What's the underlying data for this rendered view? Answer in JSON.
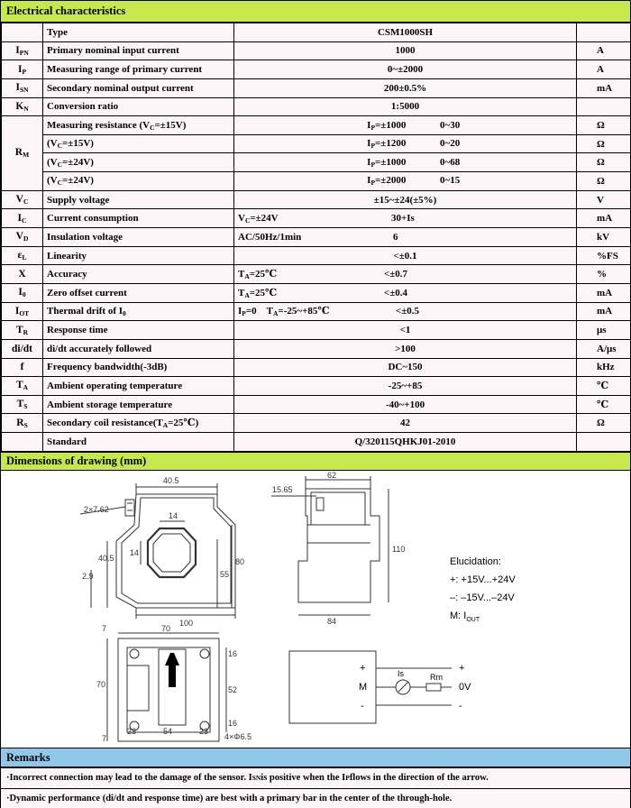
{
  "sections": {
    "electrical": "Electrical characteristics",
    "dimensions": "Dimensions of drawing (mm)",
    "remarks": "Remarks"
  },
  "table": {
    "type_label": "Type",
    "type_value": "CSM1000SH",
    "rows": {
      "ipn": {
        "sym": "I",
        "sub": "PN",
        "param": "Primary nominal input current",
        "value": "1000",
        "unit": "A"
      },
      "ip": {
        "sym": "I",
        "sub": "P",
        "param": "Measuring range of primary current",
        "value": "0~±2000",
        "unit": "A"
      },
      "isn": {
        "sym": "I",
        "sub": "SN",
        "param": "Secondary nominal output current",
        "value": "200±0.5%",
        "unit": "mA"
      },
      "kn": {
        "sym": "K",
        "sub": "N",
        "param": "Conversion ratio",
        "value": "1:5000",
        "unit": ""
      },
      "rm": {
        "sym": "R",
        "sub": "M",
        "param": "Measuring resistance (V",
        "lines": [
          {
            "vc": "=±15V)",
            "ip": "=±1000",
            "range": "0~30",
            "unit": "Ω"
          },
          {
            "vc": "=±15V)",
            "ip": "=±1200",
            "range": "0~20",
            "unit": "Ω"
          },
          {
            "vc": "=±24V)",
            "ip": "=±1000",
            "range": "0~68",
            "unit": "Ω"
          },
          {
            "vc": "=±24V)",
            "ip": "=±2000",
            "range": "0~15",
            "unit": "Ω"
          }
        ]
      },
      "vc": {
        "sym": "V",
        "sub": "C",
        "param": "Supply voltage",
        "value": "±15~±24(±5%)",
        "unit": "V"
      },
      "ic": {
        "sym": "I",
        "sub": "C",
        "param": "Current consumption",
        "cond": "V",
        "cond_sub": "C",
        "cond_rest": "=±24V",
        "value": "30+Is",
        "unit": "mA"
      },
      "vd": {
        "sym": "V",
        "sub": "D",
        "param": "Insulation voltage",
        "cond": "AC/50Hz/1min",
        "value": "6",
        "unit": "kV"
      },
      "el": {
        "sym": "ε",
        "sub": "L",
        "param": "Linearity",
        "value": "<±0.1",
        "unit": "%FS"
      },
      "x": {
        "sym": "X",
        "param": "Accuracy",
        "cond": "T",
        "cond_sub": "A",
        "cond_rest": "=25℃",
        "value": "<±0.7",
        "unit": "%"
      },
      "i0": {
        "sym": "I",
        "sub": "0",
        "param": "Zero offset current",
        "cond": "T",
        "cond_sub": "A",
        "cond_rest": "=25℃",
        "value": "<±0.4",
        "unit": "mA"
      },
      "iot": {
        "sym": "I",
        "sub": "OT",
        "param": "Thermal drift of I",
        "param_sub": "0",
        "cond_a": "=0",
        "cond_b": "=-25~+85℃",
        "value": "<±0.5",
        "unit": "mA"
      },
      "tr": {
        "sym": "T",
        "sub": "R",
        "param": "Response time",
        "value": "<1",
        "unit": "μs"
      },
      "didt": {
        "sym": "di/dt",
        "param": "di/dt accurately followed",
        "value": ">100",
        "unit": "A/μs"
      },
      "f": {
        "sym": "f",
        "param": "Frequency bandwidth(-3dB)",
        "value": "DC~150",
        "unit": "kHz"
      },
      "ta": {
        "sym": "T",
        "sub": "A",
        "param": "Ambient operating temperature",
        "value": "-25~+85",
        "unit": "℃"
      },
      "ts": {
        "sym": "T",
        "sub": "S",
        "param": "Ambient storage temperature",
        "value": "-40~+100",
        "unit": "℃"
      },
      "rs": {
        "sym": "R",
        "sub": "S",
        "param": "Secondary coil resistance(T",
        "param_rest": "=25℃)",
        "value": "42",
        "unit": "Ω"
      },
      "std": {
        "param": "Standard",
        "value": "Q/320115QHKJ01-2010"
      }
    }
  },
  "drawing": {
    "front": {
      "d405": "40.5",
      "d14a": "14",
      "d14b": "14",
      "hole": "2×7.62",
      "d405v": "40.5",
      "d29": "2.9",
      "d55": "55",
      "d80": "80",
      "d100": "100"
    },
    "side": {
      "d62": "62",
      "d1565": "15.65",
      "d110": "110",
      "d84": "84"
    },
    "bottom": {
      "d7a": "7",
      "d70": "70",
      "d70v": "70",
      "d16a": "16",
      "d52": "52",
      "d16b": "16",
      "d7b": "7",
      "d23a": "23",
      "d54": "54",
      "d23b": "23",
      "holes": "4×Φ6.5"
    },
    "elucidation": {
      "title": "Elucidation:",
      "plus": "+:  +15V...+24V",
      "minus": "–:  –15V...–24V",
      "m": "M:  I",
      "m_sub": "OUT"
    },
    "circuit": {
      "plus": "+",
      "m": "M",
      "minus": "-",
      "is": "Is",
      "rm": "Rm",
      "out_plus": "+",
      "ov": "0V",
      "out_minus": "-"
    }
  },
  "remarks": {
    "r1_a": "·Incorrect connection may lead to the damage of the sensor. I",
    "r1_sub": "SN",
    "r1_b": " is positive when the I",
    "r1_sub2": "P",
    "r1_c": " flows in the direction of the arrow.",
    "r2": "·Dynamic performance (di/dt and response time) are best with a primary bar in the center of the through-hole."
  },
  "colors": {
    "band_green": "#c7e84a",
    "band_blue": "#8fc8e8",
    "cell_bg": "#fdf5f8"
  }
}
